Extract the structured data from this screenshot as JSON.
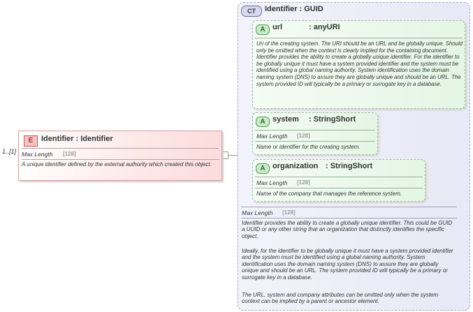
{
  "element": {
    "badge": "E",
    "title": "Identifier : Identifier",
    "cardinality": "1..[1]",
    "facet_label": "Max Length",
    "facet_value": "[128]",
    "description": "A unique identifier defined by the external authority which created this object."
  },
  "complex_type": {
    "badge": "CT",
    "title": "Identifier : GUID",
    "facet_label": "Max Length",
    "facet_value": "[128]",
    "description_p1": "Identifier provides the ability to create a globally unique identifier.   This could be GUID a UUID or any other string that an organization that distinctly identifies the specific object.",
    "description_p2": "Ideally, for the identifier to be globally unique it must have a system provided identifier and the system must be identified using a global naming authority. System identification uses the domain naming system (DNS) to assure they are globally unique and should be an URL. The system provided ID will typically be a primary or surrogate key in a database.",
    "description_p3": "The URL, system and company attributes can be omitted only when the system context can be implied by a parent or ancestor element."
  },
  "attributes": [
    {
      "badge": "A",
      "name": "url",
      "type": ": anyURI",
      "description": "Uri of the creating system. The URI should be an URL and be globally unique. Should only be omitted when the context is clearly implied for the containing document.\nIdentifier provides the ability to create a globally unique identifier. For the identifier to be globally unique it must have a system provided identifier and the system must be identified using a global naming authority. System identification uses the domain naming system (DNS) to assure they are globally unique and should be an URL. The system provided ID will typically be a primary or surrogate key in a database."
    },
    {
      "badge": "A",
      "name": "system",
      "type": ": StringShort",
      "facet_label": "Max Length",
      "facet_value": "[128]",
      "description": "Name or identifier for the creating system."
    },
    {
      "badge": "A",
      "name": "organization",
      "type": ": StringShort",
      "facet_label": "Max Length",
      "facet_value": "[128]",
      "description": "Name of the company that manages the reference system."
    }
  ]
}
